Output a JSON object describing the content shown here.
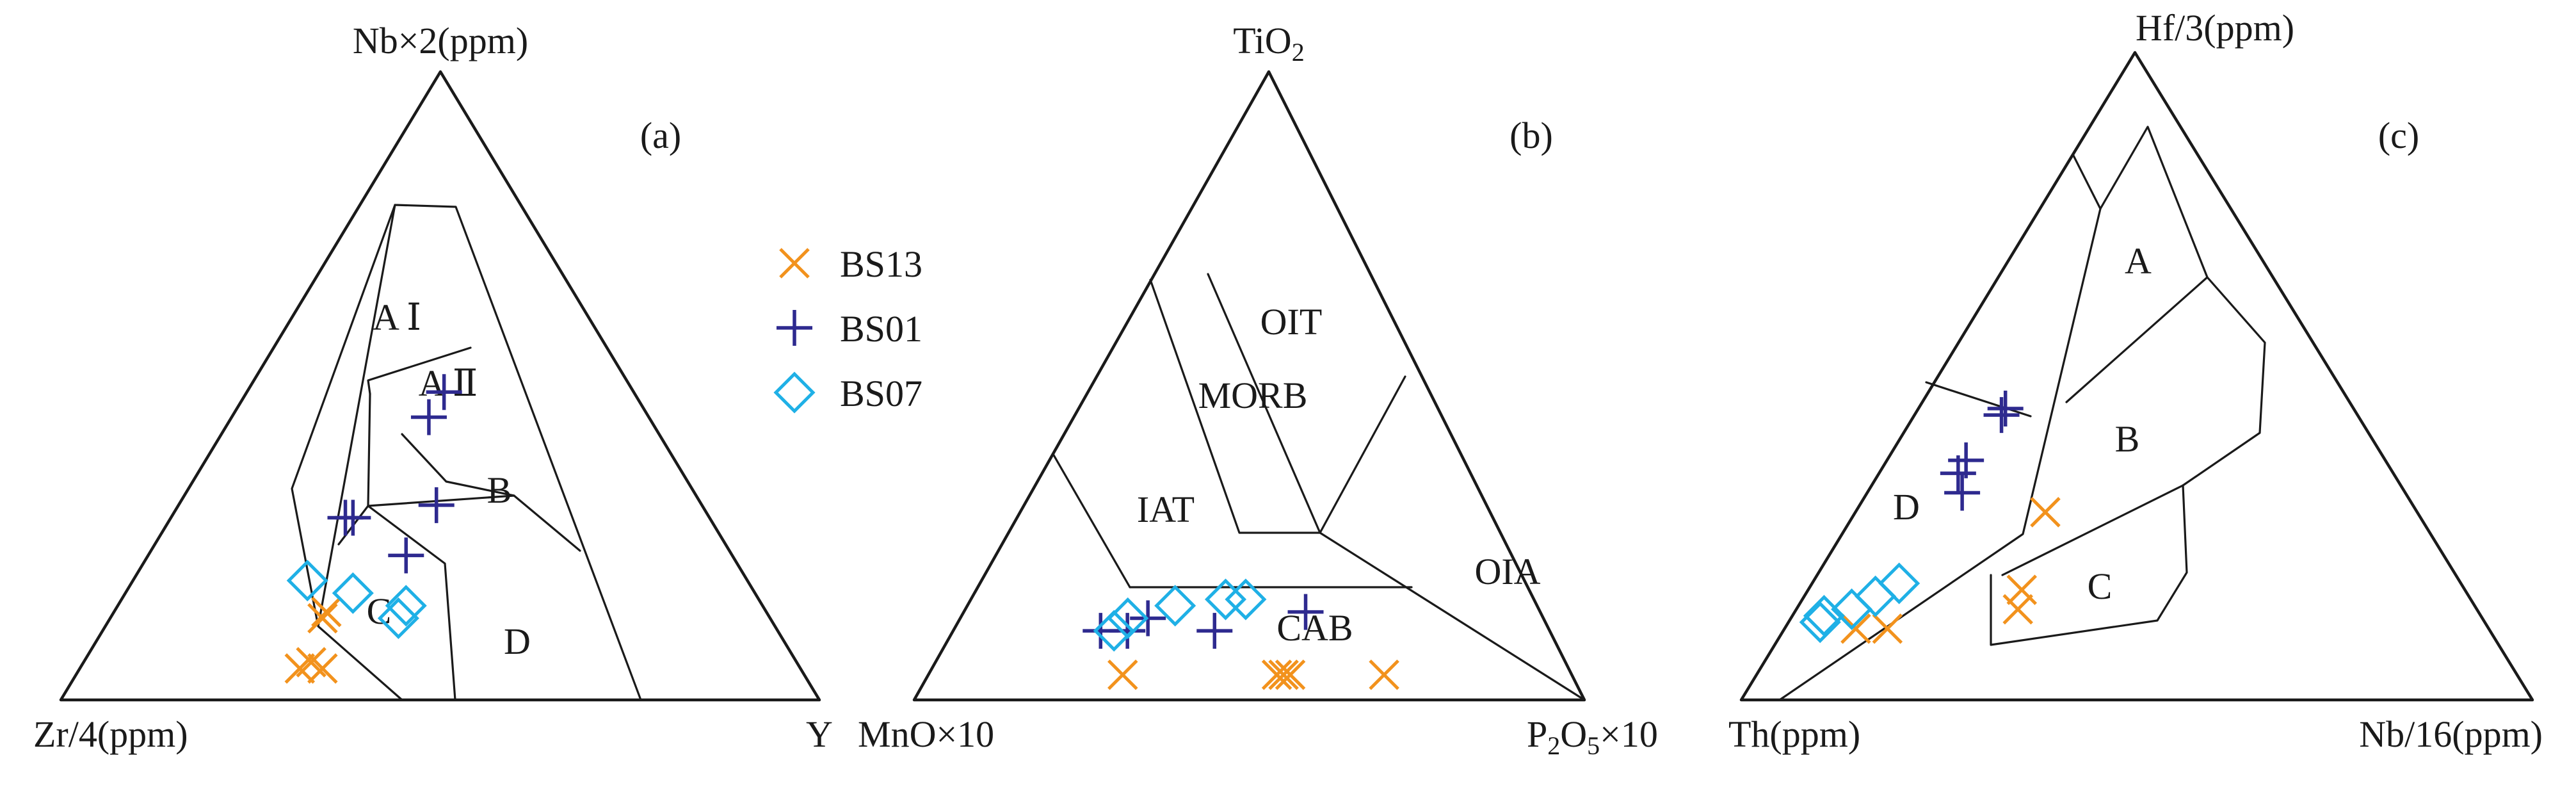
{
  "colors": {
    "BS13": "#f2921d",
    "BS01": "#2e2a8f",
    "BS07": "#1fb0e6",
    "lines": "#1a1a1a"
  },
  "legend": [
    {
      "id": "BS13",
      "label": "BS13",
      "marker": "x-mark"
    },
    {
      "id": "BS01",
      "label": "BS01",
      "marker": "plus-mark"
    },
    {
      "id": "BS07",
      "label": "BS07",
      "marker": "diamond-mark"
    }
  ],
  "panels": {
    "a": {
      "tag": "(a)",
      "apices": {
        "top": "Nb×2(ppm)",
        "left": "Zr/4(ppm)",
        "right": "Y"
      },
      "fields": {
        "AI": "A Ⅰ",
        "AII": "A Ⅱ",
        "B": "B",
        "C": "C",
        "D": "D"
      }
    },
    "b": {
      "tag": "(b)",
      "apices": {
        "top": "TiO",
        "top_sub": "2",
        "left": "MnO×10",
        "right_a": "P",
        "right_sub1": "2",
        "right_b": "O",
        "right_sub2": "5",
        "right_c": "×10"
      },
      "fields": {
        "OIT": "OIT",
        "MORB": "MORB",
        "IAT": "IAT",
        "OIA": "OIA",
        "CAB": "CAB"
      }
    },
    "c": {
      "tag": "(c)",
      "apices": {
        "top": "Hf/3(ppm)",
        "left": "Th(ppm)",
        "right": "Nb/16(ppm)"
      },
      "fields": {
        "A": "A",
        "B": "B",
        "C": "C",
        "D": "D"
      }
    }
  },
  "chart_data": [
    {
      "type": "ternary",
      "panel": "a",
      "apex_top": "Nb×2(ppm)",
      "apex_left": "Zr/4(ppm)",
      "apex_right": "Y",
      "series": [
        {
          "name": "BS13",
          "points": [
            {
              "top": 0.14,
              "right": 0.28
            },
            {
              "top": 0.13,
              "right": 0.28
            },
            {
              "top": 0.05,
              "right": 0.29
            },
            {
              "top": 0.05,
              "right": 0.32
            },
            {
              "top": 0.06,
              "right": 0.3
            }
          ]
        },
        {
          "name": "BS01",
          "points": [
            {
              "top": 0.49,
              "right": 0.26
            },
            {
              "top": 0.45,
              "right": 0.26
            },
            {
              "top": 0.29,
              "right": 0.23
            },
            {
              "top": 0.29,
              "right": 0.24
            },
            {
              "top": 0.31,
              "right": 0.34
            },
            {
              "top": 0.23,
              "right": 0.34
            }
          ]
        },
        {
          "name": "BS07",
          "points": [
            {
              "top": 0.19,
              "right": 0.23
            },
            {
              "top": 0.17,
              "right": 0.3
            },
            {
              "top": 0.15,
              "right": 0.38
            },
            {
              "top": 0.13,
              "right": 0.38
            }
          ]
        }
      ]
    },
    {
      "type": "ternary",
      "panel": "b",
      "apex_top": "TiO2",
      "apex_left": "MnO×10",
      "apex_right": "P2O5×10",
      "series": [
        {
          "name": "BS13",
          "points": [
            {
              "top": 0.04,
              "right": 0.29
            },
            {
              "top": 0.04,
              "right": 0.52
            },
            {
              "top": 0.04,
              "right": 0.53
            },
            {
              "top": 0.04,
              "right": 0.54
            },
            {
              "top": 0.04,
              "right": 0.68
            }
          ]
        },
        {
          "name": "BS01",
          "points": [
            {
              "top": 0.11,
              "right": 0.22
            },
            {
              "top": 0.11,
              "right": 0.26
            },
            {
              "top": 0.13,
              "right": 0.28
            },
            {
              "top": 0.11,
              "right": 0.39
            },
            {
              "top": 0.14,
              "right": 0.51
            }
          ]
        },
        {
          "name": "BS07",
          "points": [
            {
              "top": 0.11,
              "right": 0.24
            },
            {
              "top": 0.13,
              "right": 0.25
            },
            {
              "top": 0.15,
              "right": 0.31
            },
            {
              "top": 0.16,
              "right": 0.38
            },
            {
              "top": 0.16,
              "right": 0.41
            }
          ]
        }
      ]
    },
    {
      "type": "ternary",
      "panel": "c",
      "apex_top": "Hf/3(ppm)",
      "apex_left": "Th(ppm)",
      "apex_right": "Nb/16(ppm)",
      "series": [
        {
          "name": "BS13",
          "points": [
            {
              "top": 0.29,
              "right": 0.24
            },
            {
              "top": 0.17,
              "right": 0.27
            },
            {
              "top": 0.14,
              "right": 0.28
            },
            {
              "top": 0.11,
              "right": 0.09
            },
            {
              "top": 0.11,
              "right": 0.13
            }
          ]
        },
        {
          "name": "BS01",
          "points": [
            {
              "top": 0.45,
              "right": 0.11
            },
            {
              "top": 0.44,
              "right": 0.11
            },
            {
              "top": 0.37,
              "right": 0.1
            },
            {
              "top": 0.35,
              "right": 0.1
            },
            {
              "top": 0.32,
              "right": 0.12
            }
          ]
        },
        {
          "name": "BS07",
          "points": [
            {
              "top": 0.12,
              "right": 0.04
            },
            {
              "top": 0.13,
              "right": 0.04
            },
            {
              "top": 0.14,
              "right": 0.07
            },
            {
              "top": 0.16,
              "right": 0.09
            },
            {
              "top": 0.18,
              "right": 0.11
            }
          ]
        }
      ]
    }
  ]
}
